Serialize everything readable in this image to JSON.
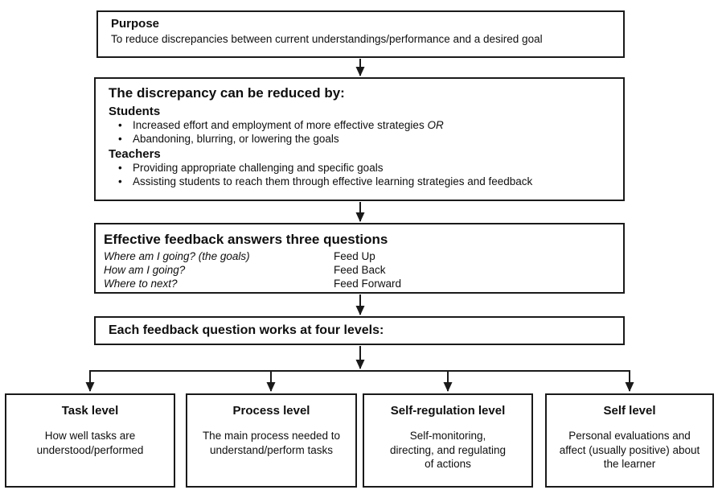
{
  "colors": {
    "line": "#1a1a1a",
    "background": "#ffffff",
    "text": "#0f0f0f"
  },
  "purpose": {
    "title": "Purpose",
    "body": "To reduce discrepancies between current understandings/performance and a desired goal"
  },
  "discrepancy": {
    "title": "The discrepancy can be reduced by:",
    "students_heading": "Students",
    "students_bullet_1": "Increased effort and employment of more effective strategies",
    "students_bullet_1_italic": "OR",
    "students_bullet_2": "Abandoning, blurring, or lowering the goals",
    "teachers_heading": "Teachers",
    "teachers_bullet_1": "Providing appropriate challenging and specific goals",
    "teachers_bullet_2": "Assisting students to reach them through effective learning strategies and feedback"
  },
  "questions": {
    "title": "Effective feedback answers three questions",
    "rows": [
      {
        "question": "Where am I going? (the goals)",
        "answer": "Feed Up"
      },
      {
        "question": "How am I going?",
        "answer": "Feed Back"
      },
      {
        "question": "Where to next?",
        "answer": "Feed Forward"
      }
    ]
  },
  "levels_header": {
    "title": "Each feedback question works at four levels:"
  },
  "levels": [
    {
      "title": "Task level",
      "body": "How well tasks are understood/performed"
    },
    {
      "title": "Process level",
      "body": "The main process needed to understand/perform tasks"
    },
    {
      "title": "Self-regulation level",
      "body": "Self-monitoring, directing, and regulating of actions"
    },
    {
      "title": "Self level",
      "body": "Personal evaluations and affect (usually positive) about the learner"
    }
  ]
}
